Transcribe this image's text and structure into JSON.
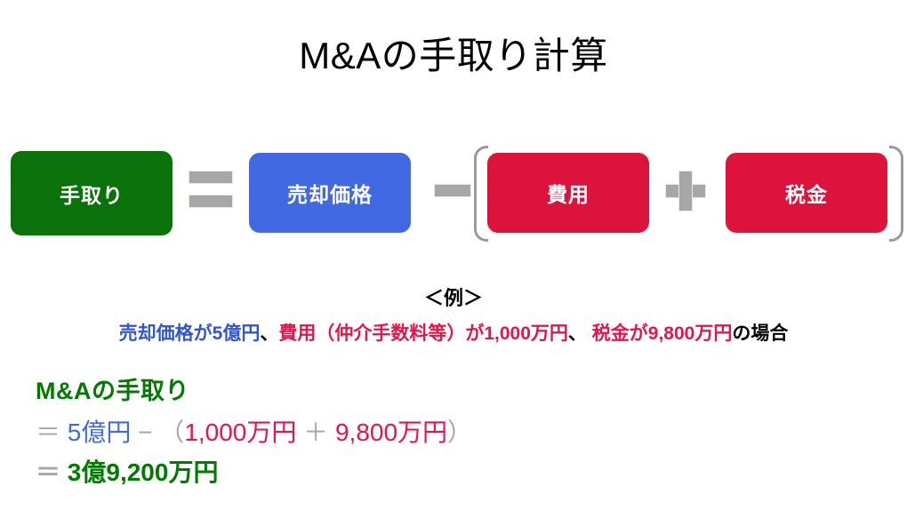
{
  "title": "M&Aの手取り計算",
  "formula": {
    "boxes": [
      {
        "label": "手取り",
        "color": "#097209",
        "name": "box-proceeds"
      },
      {
        "label": "売却価格",
        "color": "#4169e1",
        "name": "box-sale-price"
      },
      {
        "label": "費用",
        "color": "#dc143c",
        "name": "box-expenses"
      },
      {
        "label": "税金",
        "color": "#dc143c",
        "name": "box-tax"
      }
    ],
    "operators": {
      "equals": "=",
      "minus": "−",
      "plus": "+",
      "bracket_open": "(",
      "bracket_close": ")"
    },
    "operator_color": "#a6a6a6",
    "bracket_color": "#9a9a9a"
  },
  "example": {
    "label": "＜例＞",
    "line_parts": [
      {
        "text": "売却価格が5億円",
        "color": "#3355cc"
      },
      {
        "text": "、",
        "color": "#000000"
      },
      {
        "text": "費用（仲介手数料等）が1,000万円",
        "color": "#e4154b"
      },
      {
        "text": "、 ",
        "color": "#000000"
      },
      {
        "text": "税金が9,800万円",
        "color": "#e4154b"
      },
      {
        "text": "の場合",
        "color": "#000000"
      }
    ]
  },
  "calculation": {
    "heading": "M&Aの手取り",
    "line1": {
      "eq": "＝",
      "sale_price": "5億円",
      "minus": "−",
      "paren_open": "（",
      "expenses": "1,000万円",
      "plus": "＋",
      "tax": "9,800万円",
      "paren_close": "）"
    },
    "line2": {
      "eq": "＝",
      "result": "3億9,200万円"
    }
  }
}
